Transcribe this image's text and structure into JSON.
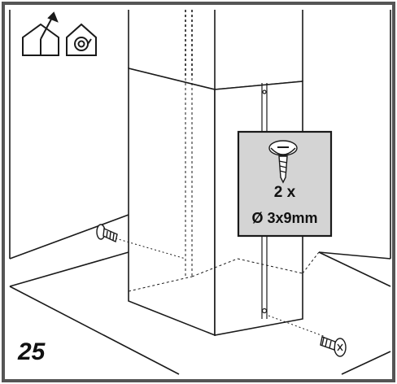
{
  "step_number": "25",
  "callout": {
    "quantity": "2 x",
    "screw_size": "Ø 3x9mm"
  },
  "icons": [
    "ducted-exhaust-house-icon",
    "recirculation-house-icon",
    "screw-icon"
  ],
  "colors": {
    "frame": "#555555",
    "callout_bg": "#d4d4d4",
    "line": "#1a1a1a"
  }
}
